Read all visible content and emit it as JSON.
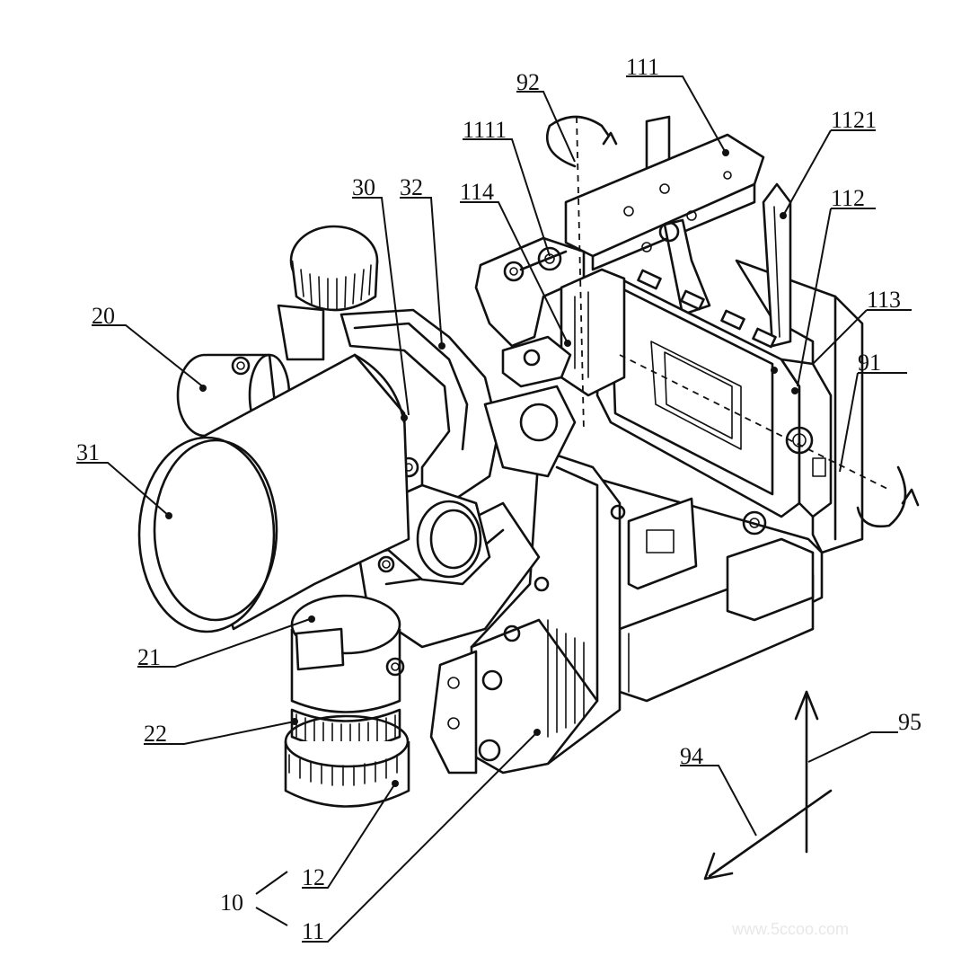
{
  "diagram": {
    "reference_labels": {
      "r111": "111",
      "r92": "92",
      "r1111": "1111",
      "r1121": "1121",
      "r30": "30",
      "r32": "32",
      "r114": "114",
      "r112": "112",
      "r20": "20",
      "r113": "113",
      "r91": "91",
      "r31": "31",
      "r21": "21",
      "r95": "95",
      "r22": "22",
      "r94": "94",
      "r12": "12",
      "r10": "10",
      "r11": "11"
    },
    "watermark": "www.5ccoo.com"
  }
}
